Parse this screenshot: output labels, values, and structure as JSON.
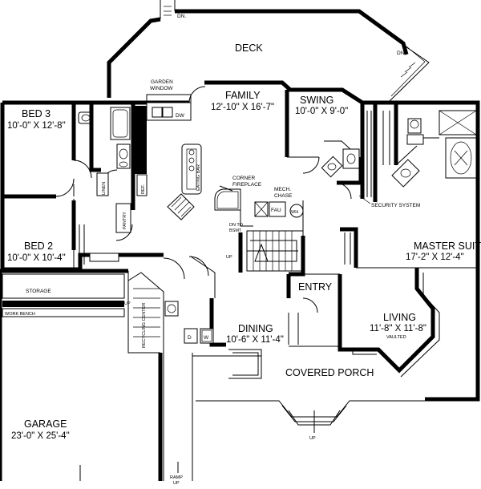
{
  "rooms": {
    "deck": {
      "name": "DECK"
    },
    "family": {
      "name": "FAMILY",
      "size": "12'-10\" X 16'-7\""
    },
    "swing": {
      "name": "SWING",
      "size": "10'-0\" X 9'-0\""
    },
    "bed3": {
      "name": "BED 3",
      "size": "10'-0\" X 12'-8\""
    },
    "bed2": {
      "name": "BED 2",
      "size": "10'-0\" X 10'-4\""
    },
    "master": {
      "name": "MASTER SUITE",
      "size": "17'-2\" X 12'-4\""
    },
    "entry": {
      "name": "ENTRY"
    },
    "living": {
      "name": "LIVING",
      "size": "11'-8\" X 11'-8\"",
      "note": "VAULTED"
    },
    "dining": {
      "name": "DINING",
      "size": "10'-6\" X 11'-4\""
    },
    "porch": {
      "name": "COVERED PORCH"
    },
    "garage": {
      "name": "GARAGE",
      "size": "23'-0\" X 25'-4\""
    }
  },
  "labels": {
    "garden_window": [
      "GARDEN",
      "WINDOW"
    ],
    "corner_fireplace": [
      "CORNER",
      "FIREPLACE"
    ],
    "mech_chase": [
      "MECH.",
      "CHASE"
    ],
    "dn_bsmt": [
      "DN TO",
      "BSMT"
    ],
    "storage": "STORAGE",
    "work_bench": "WORK BENCH",
    "recycling": "RECYCLING CENTER",
    "security": "SECURITY SYSTEM",
    "pantry": "PANTRY",
    "linen": "LINEN",
    "ref": "REF.",
    "eating_bar": "EATING BAR",
    "dw": "DW",
    "fau": "FAU",
    "wh": "WH",
    "washer": "W",
    "dryer": "D",
    "up": "UP",
    "dn": "DN.",
    "ramp": [
      "RAMP",
      "UP"
    ]
  }
}
